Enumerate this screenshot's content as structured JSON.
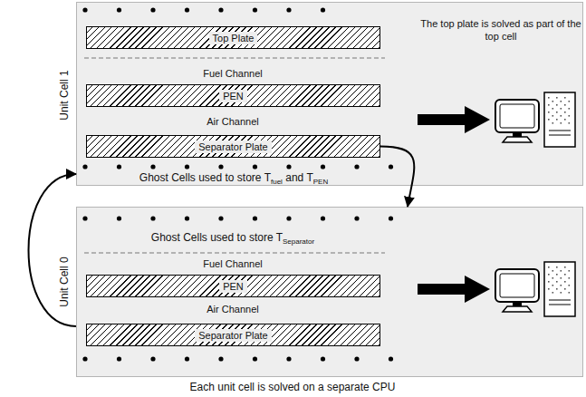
{
  "diagram": {
    "caption": "Each unit cell is solved on a separate CPU",
    "nodes": [
      {
        "text": [
          "Unit Cell 1"
        ]
      },
      {
        "text": [
          "Top Plate"
        ],
        "in": 0
      },
      {
        "text": [
          "PEN"
        ],
        "in": 0
      },
      {
        "text": [
          "Separator Plate"
        ],
        "in": 0
      },
      {
        "text": [
          "Unit Cell 0"
        ]
      },
      {
        "text": [
          "PEN"
        ],
        "in": 4
      },
      {
        "text": [
          "Separator Plate"
        ],
        "in": 4
      }
    ],
    "edges": [
      {
        "from": 3,
        "to": 4,
        "arrow": "to"
      },
      {
        "from": 4,
        "to": 0,
        "arrow": "to"
      }
    ],
    "labels": [
      "The top plate is solved as part of the top cell",
      "Fuel Channel",
      "Air Channel",
      "Ghost Cells used to store T",
      "fuel",
      "and T",
      "PEN",
      "Ghost Cells used to store T",
      "Separator",
      "Fuel Channel",
      "Air Channel"
    ]
  }
}
